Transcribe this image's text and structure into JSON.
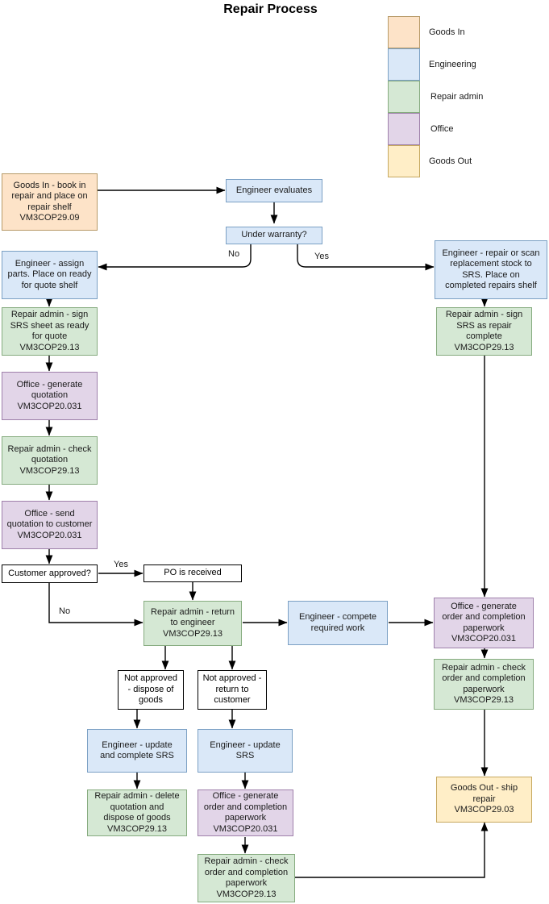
{
  "title": "Repair Process",
  "legend": {
    "items": [
      {
        "label": "Goods In",
        "color": "#fde3c8"
      },
      {
        "label": "Engineering",
        "color": "#dae8f8"
      },
      {
        "label": "Repair admin",
        "color": "#d5e8d4"
      },
      {
        "label": "Office",
        "color": "#e2d5e8"
      },
      {
        "label": "Goods Out",
        "color": "#ffeec7"
      }
    ]
  },
  "nodes": {
    "goods_in": "Goods In - book in\nrepair and place on\nrepair shelf\nVM3COP29.09",
    "engineer_evaluates": "Engineer evaluates",
    "under_warranty": "Under warranty?",
    "engineer_assign": "Engineer - assign\nparts. Place on ready\nfor quote shelf",
    "admin_sign_srs": "Repair admin - sign\nSRS sheet as ready\nfor quote\nVM3COP29.13",
    "office_gen_quote": "Office - generate\nquotation\nVM3COP20.031",
    "admin_check_quote": "Repair admin - check\nquotation\nVM3COP29.13",
    "office_send_quote": "Office - send\nquotation to customer\nVM3COP20.031",
    "customer_approved": "Customer approved?",
    "po_received": "PO is received",
    "admin_return_eng": "Repair admin - return\nto engineer\nVM3COP29.13",
    "engineer_compete": "Engineer - compete\nrequired work",
    "engineer_repair_scan": "Engineer - repair or scan\nreplacement stock to\nSRS. Place on\ncompleted repairs shelf",
    "admin_sign_complete": "Repair admin - sign\nSRS as repair\ncomplete\nVM3COP29.13",
    "office_gen_order_r": "Office - generate\norder and completion\npaperwork\nVM3COP20.031",
    "admin_check_order_r": "Repair admin - check\norder and completion\npaperwork\nVM3COP29.13",
    "goods_out": "Goods Out - ship\nrepair\nVM3COP29.03",
    "not_approved_dispose": "Not approved\n- dispose of\ngoods",
    "not_approved_return": "Not approved -\nreturn to\ncustomer",
    "engineer_update_comp": "Engineer - update\nand complete SRS",
    "engineer_update_srs": "Engineer - update\nSRS",
    "admin_delete_quote": "Repair admin - delete\nquotation and\ndispose of goods\nVM3COP29.13",
    "office_gen_order_b": "Office - generate\norder and completion\npaperwork\nVM3COP20.031",
    "admin_check_order_b": "Repair admin - check\norder and completion\npaperwork\nVM3COP29.13"
  },
  "edge_labels": {
    "warranty_no": "No",
    "warranty_yes": "Yes",
    "approved_yes": "Yes",
    "approved_no": "No"
  },
  "colors": {
    "stroke": "#000000",
    "text": "#1a1a1a",
    "background": "#ffffff"
  }
}
